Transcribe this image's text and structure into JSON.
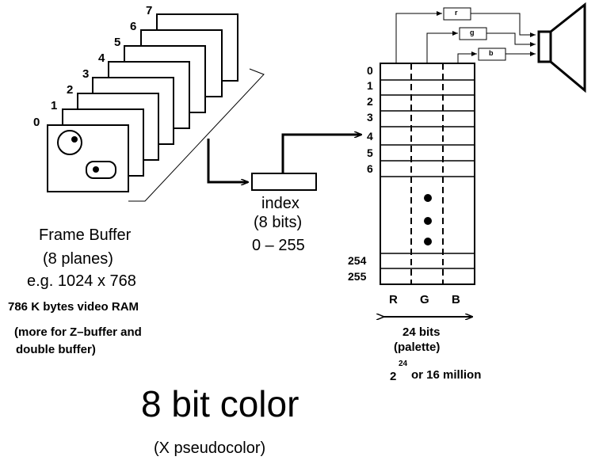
{
  "frame_buffer": {
    "plane_numbers": [
      "0",
      "1",
      "2",
      "3",
      "4",
      "5",
      "6",
      "7"
    ],
    "title": "Frame Buffer",
    "planes": "(8 planes)",
    "example": "e.g. 1024 x 768",
    "video_ram": "786 K bytes video RAM",
    "note_line1": "(more for Z–buffer and",
    "note_line2": "double buffer)"
  },
  "index": {
    "label": "index",
    "bits": "(8 bits)",
    "range": "0 – 255"
  },
  "palette": {
    "rows": [
      "0",
      "1",
      "2",
      "3",
      "4",
      "5",
      "6"
    ],
    "bottom_rows": [
      "254",
      "255"
    ],
    "columns": [
      "R",
      "G",
      "B"
    ],
    "channels": [
      "r",
      "g",
      "b"
    ],
    "width": "24 bits",
    "name": "(palette)",
    "count_base": "2",
    "count_exp": "24",
    "count_rest": "or 16 million"
  },
  "caption": {
    "title": "8 bit color",
    "subtitle": "(X pseudocolor)"
  },
  "colors": {
    "ink": "#000000",
    "paper": "#ffffff"
  }
}
